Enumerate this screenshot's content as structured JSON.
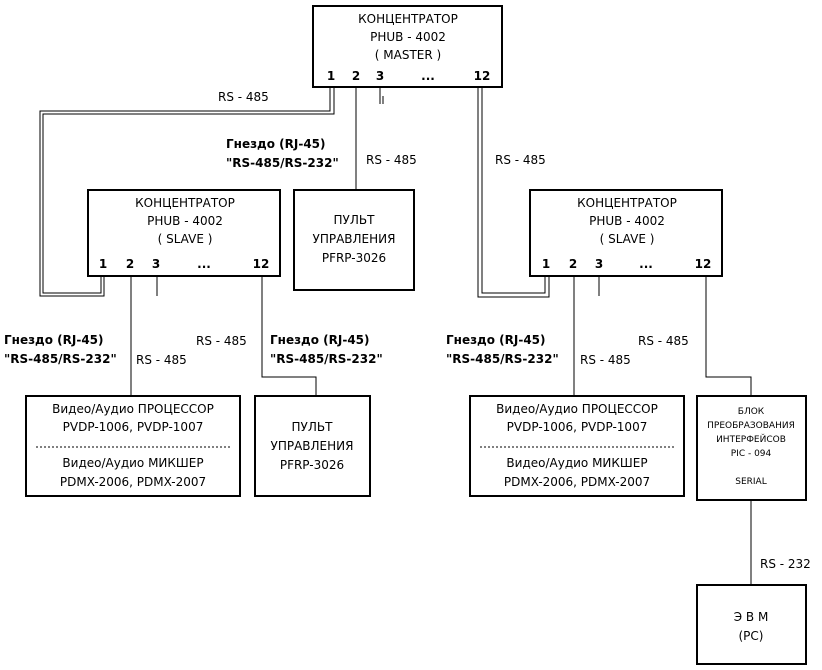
{
  "master": {
    "l1": "КОНЦЕНТРАТОР",
    "l2": "PHUB - 4002",
    "l3": "( MASTER )",
    "p1": "1",
    "p2": "2",
    "p3": "3",
    "pd": "...",
    "p12": "12"
  },
  "slave_left": {
    "l1": "КОНЦЕНТРАТОР",
    "l2": "PHUB - 4002",
    "l3": "( SLAVE )",
    "p1": "1",
    "p2": "2",
    "p3": "3",
    "pd": "...",
    "p12": "12"
  },
  "slave_right": {
    "l1": "КОНЦЕНТРАТОР",
    "l2": "PHUB - 4002",
    "l3": "( SLAVE )",
    "p1": "1",
    "p2": "2",
    "p3": "3",
    "pd": "...",
    "p12": "12"
  },
  "pult_top": {
    "l1": "ПУЛЬТ",
    "l2": "УПРАВЛЕНИЯ",
    "l3": "PFRP-3026"
  },
  "pult_left": {
    "l1": "ПУЛЬТ",
    "l2": "УПРАВЛЕНИЯ",
    "l3": "PFRP-3026"
  },
  "proc_left": {
    "l1": "Видео/Аудио ПРОЦЕССОР",
    "l2": "PVDP-1006, PVDP-1007",
    "l3": "Видео/Аудио МИКШЕР",
    "l4": "PDMX-2006, PDMX-2007"
  },
  "proc_right": {
    "l1": "Видео/Аудио ПРОЦЕССОР",
    "l2": "PVDP-1006, PVDP-1007",
    "l3": "Видео/Аудио МИКШЕР",
    "l4": "PDMX-2006, PDMX-2007"
  },
  "converter": {
    "l1": "БЛОК",
    "l2": "ПРЕОБРАЗОВАНИЯ",
    "l3": "ИНТЕРФЕЙСОВ",
    "l4": "PIC - 094",
    "l5": "SERIAL"
  },
  "pc": {
    "l1": "Э В М",
    "l2": "(PC)"
  },
  "labels": {
    "rs485_top_left": "RS - 485",
    "jack_top_a": "Гнездо (RJ-45)",
    "jack_top_b": "\"RS-485/RS-232\"",
    "rs485_top_mid": "RS - 485",
    "rs485_top_right": "RS - 485",
    "jack_l_a": "Гнездо (RJ-45)",
    "jack_l_b": "\"RS-485/RS-232\"",
    "rs485_l_2": "RS - 485",
    "rs485_l_12": "RS - 485",
    "jack_lp_a": "Гнездо (RJ-45)",
    "jack_lp_b": "\"RS-485/RS-232\"",
    "jack_r_a": "Гнездо (RJ-45)",
    "jack_r_b": "\"RS-485/RS-232\"",
    "rs485_r_2": "RS - 485",
    "rs485_r_12": "RS - 485",
    "rs232": "RS - 232"
  }
}
